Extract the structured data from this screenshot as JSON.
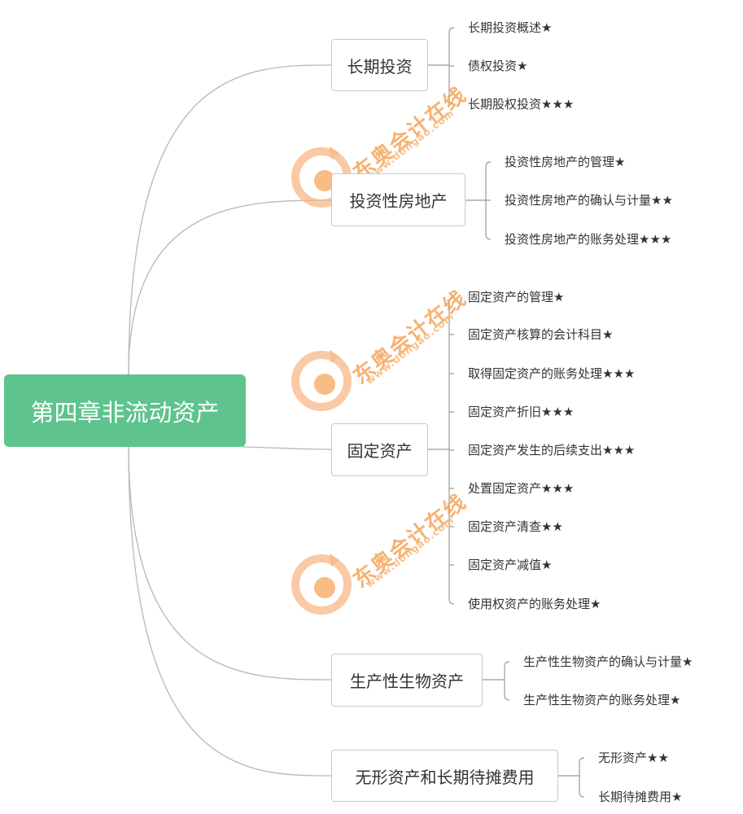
{
  "root": {
    "label": "第四章非流动资产"
  },
  "topics": [
    {
      "label": "长期投资",
      "items": [
        "长期投资概述★",
        "债权投资★",
        "长期股权投资★★★"
      ]
    },
    {
      "label": "投资性房地产",
      "items": [
        "投资性房地产的管理★",
        "投资性房地产的确认与计量★★",
        "投资性房地产的账务处理★★★"
      ]
    },
    {
      "label": "固定资产",
      "items": [
        "固定资产的管理★",
        "固定资产核算的会计科目★",
        "取得固定资产的账务处理★★★",
        "固定资产折旧★★★",
        "固定资产发生的后续支出★★★",
        "处置固定资产★★★",
        "固定资产清查★★",
        "固定资产减值★",
        "使用权资产的账务处理★"
      ]
    },
    {
      "label": "生产性生物资产",
      "items": [
        "生产性生物资产的确认与计量★",
        "生产性生物资产的账务处理★"
      ]
    },
    {
      "label": "无形资产和长期待摊费用",
      "items": [
        "无形资产★★",
        "长期待摊费用★"
      ]
    }
  ],
  "watermark": {
    "brand": "东奥会计在线",
    "url": "www.dongao.com"
  },
  "colors": {
    "root_fill": "#5ec38c",
    "line": "#b5b5b5",
    "watermark": "#f5a55a"
  }
}
